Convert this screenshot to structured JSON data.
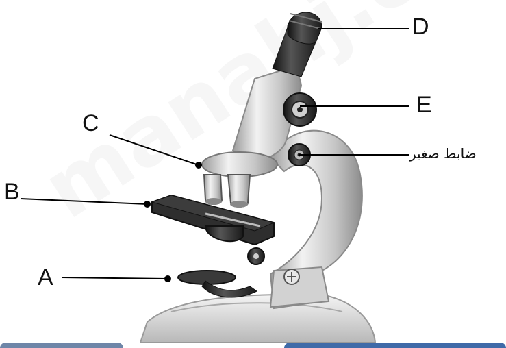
{
  "labels": {
    "A": "A",
    "B": "B",
    "C": "C",
    "D": "D",
    "E": "E",
    "fine_focus": "ضابط صغير"
  },
  "colors": {
    "metal": "#b9b9b9",
    "dark": "#2a2a2a",
    "base": "#d8d8d8",
    "watermark": "#e3e3e3",
    "bottom_bar_left": "#6e86a8",
    "bottom_bar_right": "#3f6aa8"
  }
}
